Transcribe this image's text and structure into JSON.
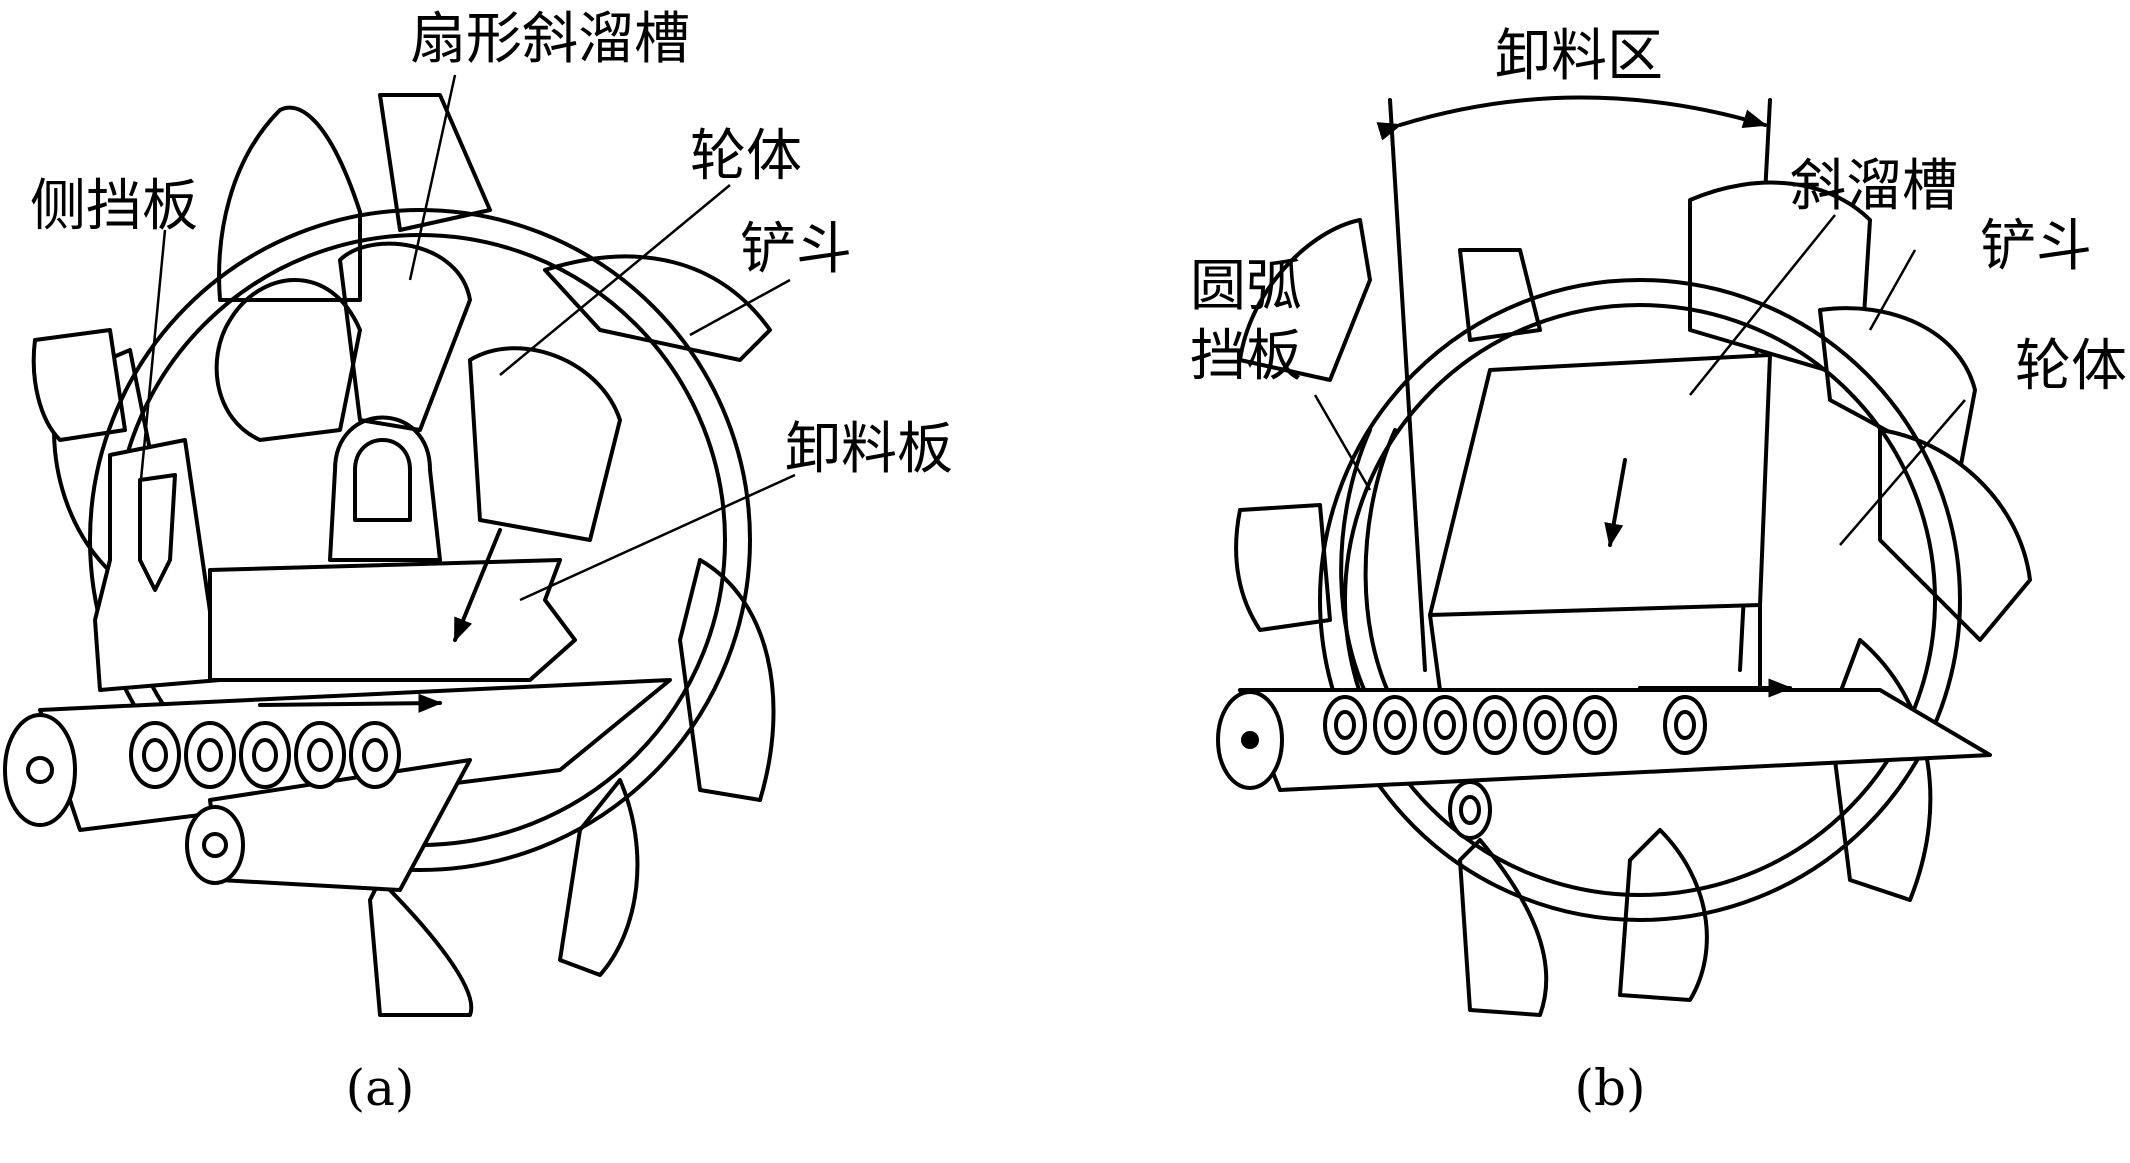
{
  "figure_a": {
    "caption": "(a)",
    "labels": {
      "sector_chute": "扇形斜溜槽",
      "side_baffle": "侧挡板",
      "wheel_body": "轮体",
      "bucket": "铲斗",
      "discharge_plate": "卸料板"
    }
  },
  "figure_b": {
    "caption": "(b)",
    "labels": {
      "discharge_zone": "卸料区",
      "chute": "斜溜槽",
      "arc_baffle_line1": "圆弧",
      "arc_baffle_line2": "挡板",
      "bucket": "铲斗",
      "wheel_body": "轮体"
    }
  }
}
